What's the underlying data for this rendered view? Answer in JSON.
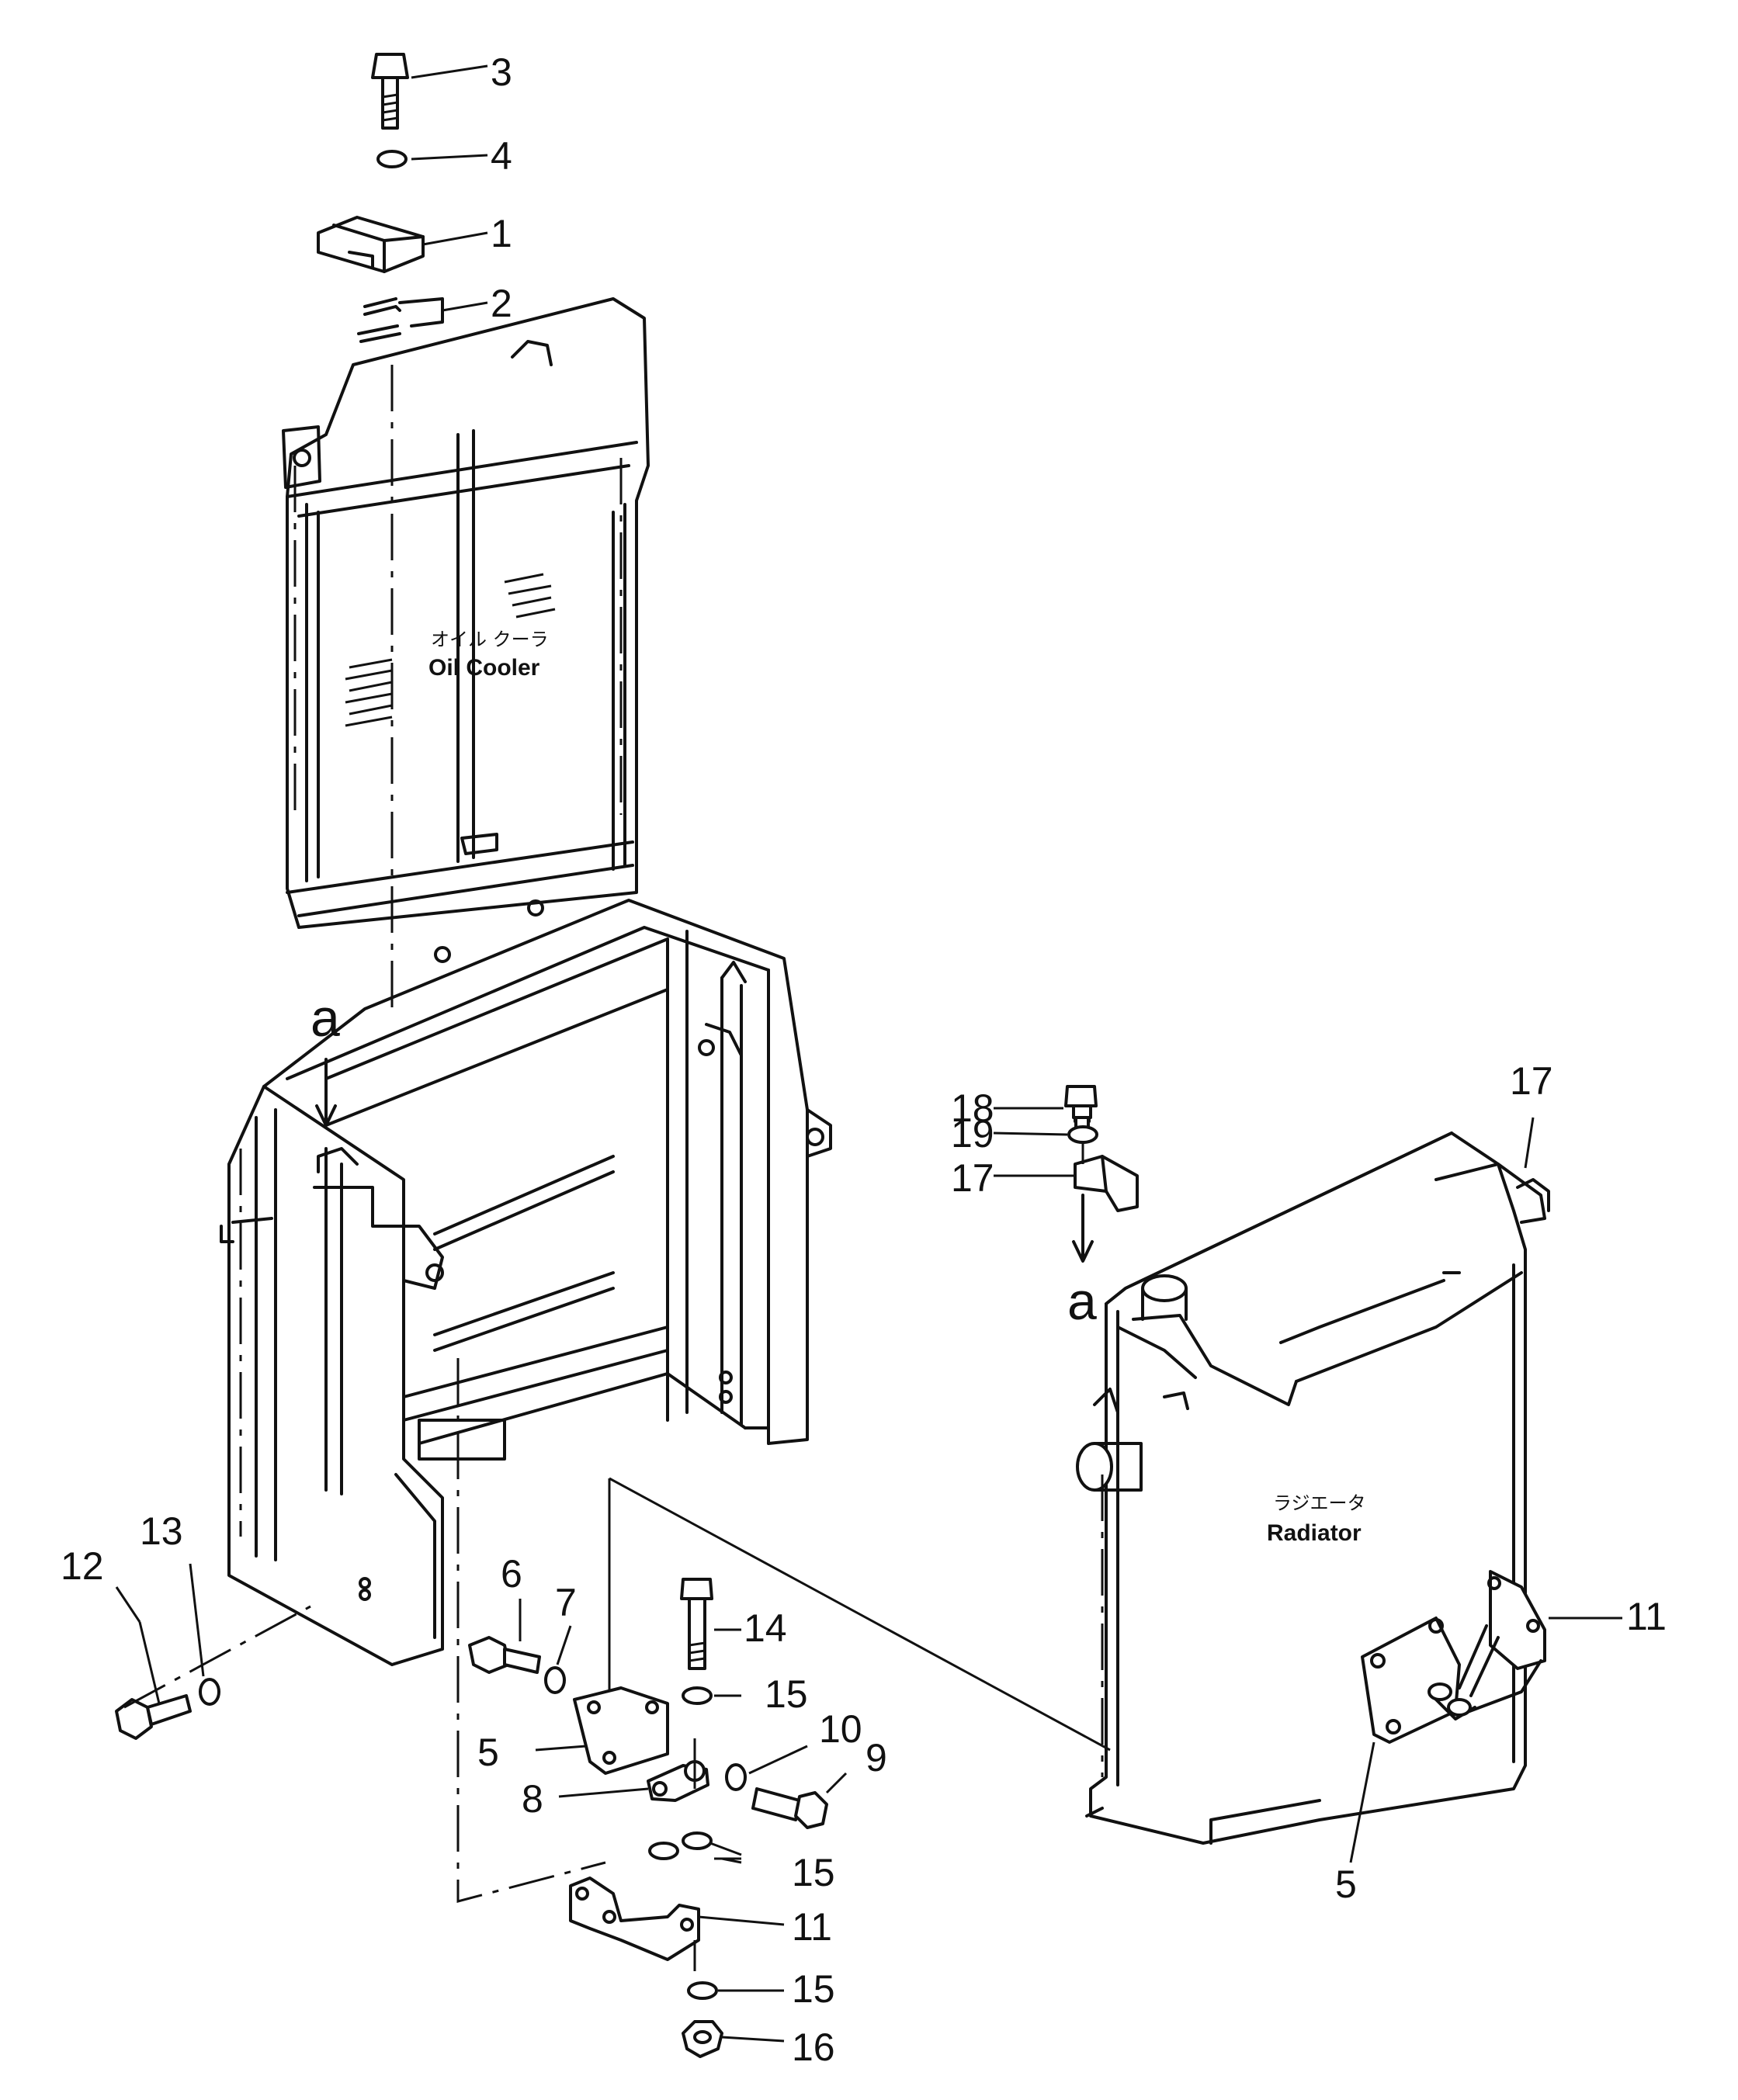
{
  "parts": {
    "oil_cooler": {
      "label_jp": "オイル クーラ",
      "label_en": "Oil Cooler"
    },
    "radiator": {
      "label_jp": "ラジエータ",
      "label_en": "Radiator"
    }
  },
  "view_markers": {
    "left": "a",
    "right": "a"
  },
  "callouts": {
    "c1": "1",
    "c2": "2",
    "c3": "3",
    "c4": "4",
    "c5a": "5",
    "c5b": "5",
    "c6": "6",
    "c7": "7",
    "c8": "8",
    "c9": "9",
    "c10": "10",
    "c11a": "11",
    "c11b": "11",
    "c12": "12",
    "c13": "13",
    "c14": "14",
    "c15a": "15",
    "c15b": "15",
    "c15c": "15",
    "c16": "16",
    "c17a": "17",
    "c17b": "17",
    "c18": "18",
    "c19": "19"
  }
}
